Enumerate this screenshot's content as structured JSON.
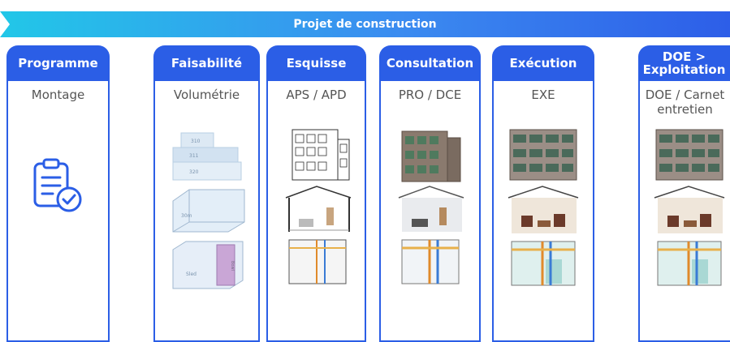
{
  "title": "Projet de construction",
  "colors": {
    "phase_blue": "#2b5ee6",
    "banner_start": "#22c7e8",
    "banner_end": "#2d5ee8"
  },
  "phases": [
    {
      "name": "Programme",
      "sub": "Montage",
      "icon": "clipboard-check-icon"
    },
    {
      "name": "Faisabilité",
      "sub": "Volumétrie"
    },
    {
      "name": "Esquisse",
      "sub": "APS / APD"
    },
    {
      "name": "Consultation",
      "sub": "PRO / DCE"
    },
    {
      "name": "Exécution",
      "sub": "EXE"
    },
    {
      "name": "DOE >\nExploitation",
      "sub": "DOE / Carnet\nentretien"
    }
  ],
  "labels": {
    "volume_labels": [
      "310",
      "311",
      "320"
    ],
    "room_label": "30m",
    "space_label": "Sled",
    "side_label": "Bowl"
  }
}
